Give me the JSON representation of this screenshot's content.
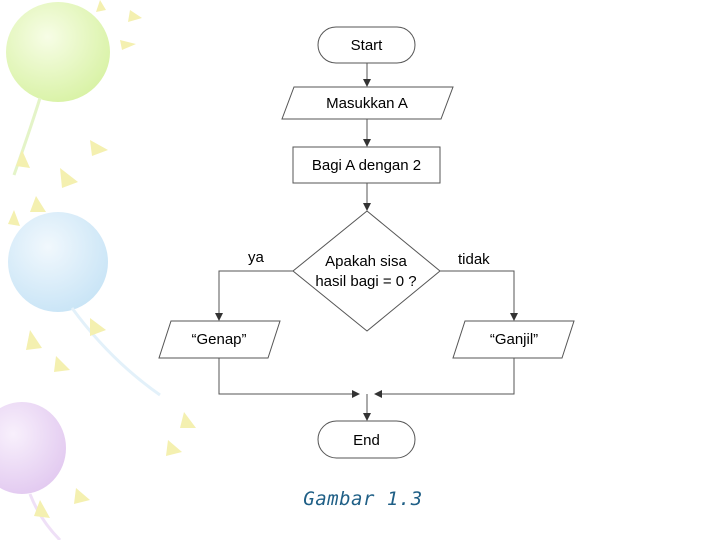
{
  "flowchart": {
    "start": "Start",
    "input": "Masukkan A",
    "process": "Bagi A dengan 2",
    "decision_line1": "Apakah sisa",
    "decision_line2": "hasil bagi = 0 ?",
    "yes_label": "ya",
    "no_label": "tidak",
    "output_even": "“Genap”",
    "output_odd": "“Ganjil”",
    "end": "End"
  },
  "caption": "Gambar 1.3",
  "colors": {
    "caption": "#1f5f86",
    "stroke": "#555555",
    "balloon_green": "#dff5b0",
    "balloon_blue": "#cfe8f8",
    "balloon_purple": "#e9d3f4",
    "sparkle_yellow": "#f4f0a6"
  }
}
